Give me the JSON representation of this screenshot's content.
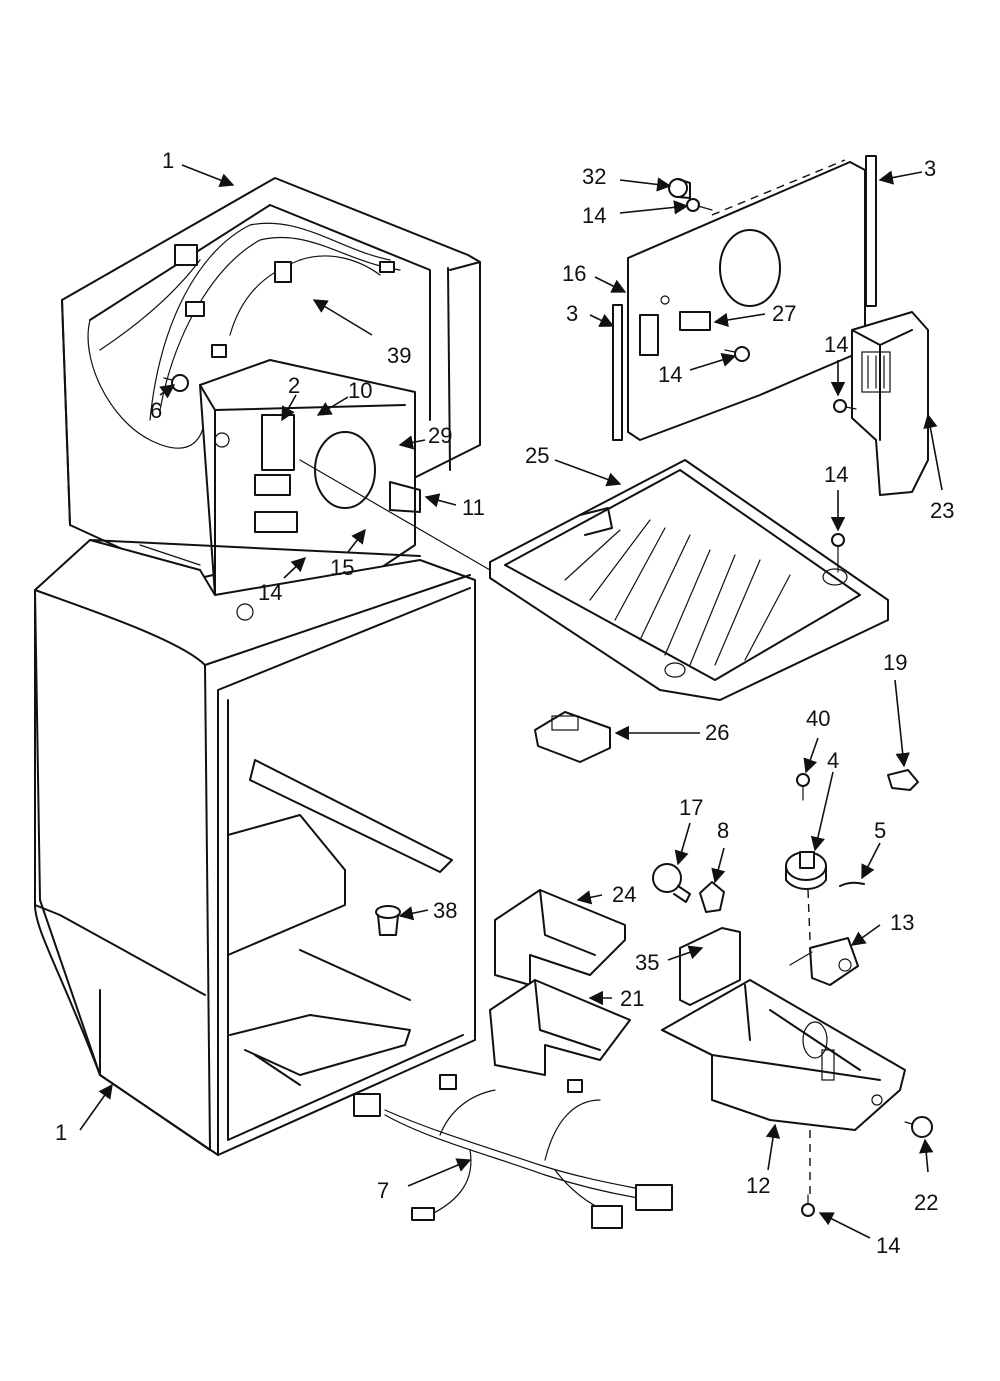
{
  "callouts": [
    {
      "id": "c1a",
      "text": "1"
    },
    {
      "id": "c1b",
      "text": "1"
    },
    {
      "id": "c2",
      "text": "2"
    },
    {
      "id": "c3a",
      "text": "3"
    },
    {
      "id": "c3b",
      "text": "3"
    },
    {
      "id": "c4",
      "text": "4"
    },
    {
      "id": "c5",
      "text": "5"
    },
    {
      "id": "c6",
      "text": "6"
    },
    {
      "id": "c7",
      "text": "7"
    },
    {
      "id": "c8",
      "text": "8"
    },
    {
      "id": "c10",
      "text": "10"
    },
    {
      "id": "c11",
      "text": "11"
    },
    {
      "id": "c12",
      "text": "12"
    },
    {
      "id": "c13",
      "text": "13"
    },
    {
      "id": "c14a",
      "text": "14"
    },
    {
      "id": "c14b",
      "text": "14"
    },
    {
      "id": "c14c",
      "text": "14"
    },
    {
      "id": "c14d",
      "text": "14"
    },
    {
      "id": "c14e",
      "text": "14"
    },
    {
      "id": "c14f",
      "text": "14"
    },
    {
      "id": "c15",
      "text": "15"
    },
    {
      "id": "c16",
      "text": "16"
    },
    {
      "id": "c17",
      "text": "17"
    },
    {
      "id": "c19",
      "text": "19"
    },
    {
      "id": "c21",
      "text": "21"
    },
    {
      "id": "c22",
      "text": "22"
    },
    {
      "id": "c23",
      "text": "23"
    },
    {
      "id": "c24",
      "text": "24"
    },
    {
      "id": "c25",
      "text": "25"
    },
    {
      "id": "c26",
      "text": "26"
    },
    {
      "id": "c27",
      "text": "27"
    },
    {
      "id": "c29",
      "text": "29"
    },
    {
      "id": "c32",
      "text": "32"
    },
    {
      "id": "c35",
      "text": "35"
    },
    {
      "id": "c38",
      "text": "38"
    },
    {
      "id": "c39",
      "text": "39"
    },
    {
      "id": "c40",
      "text": "40"
    }
  ]
}
